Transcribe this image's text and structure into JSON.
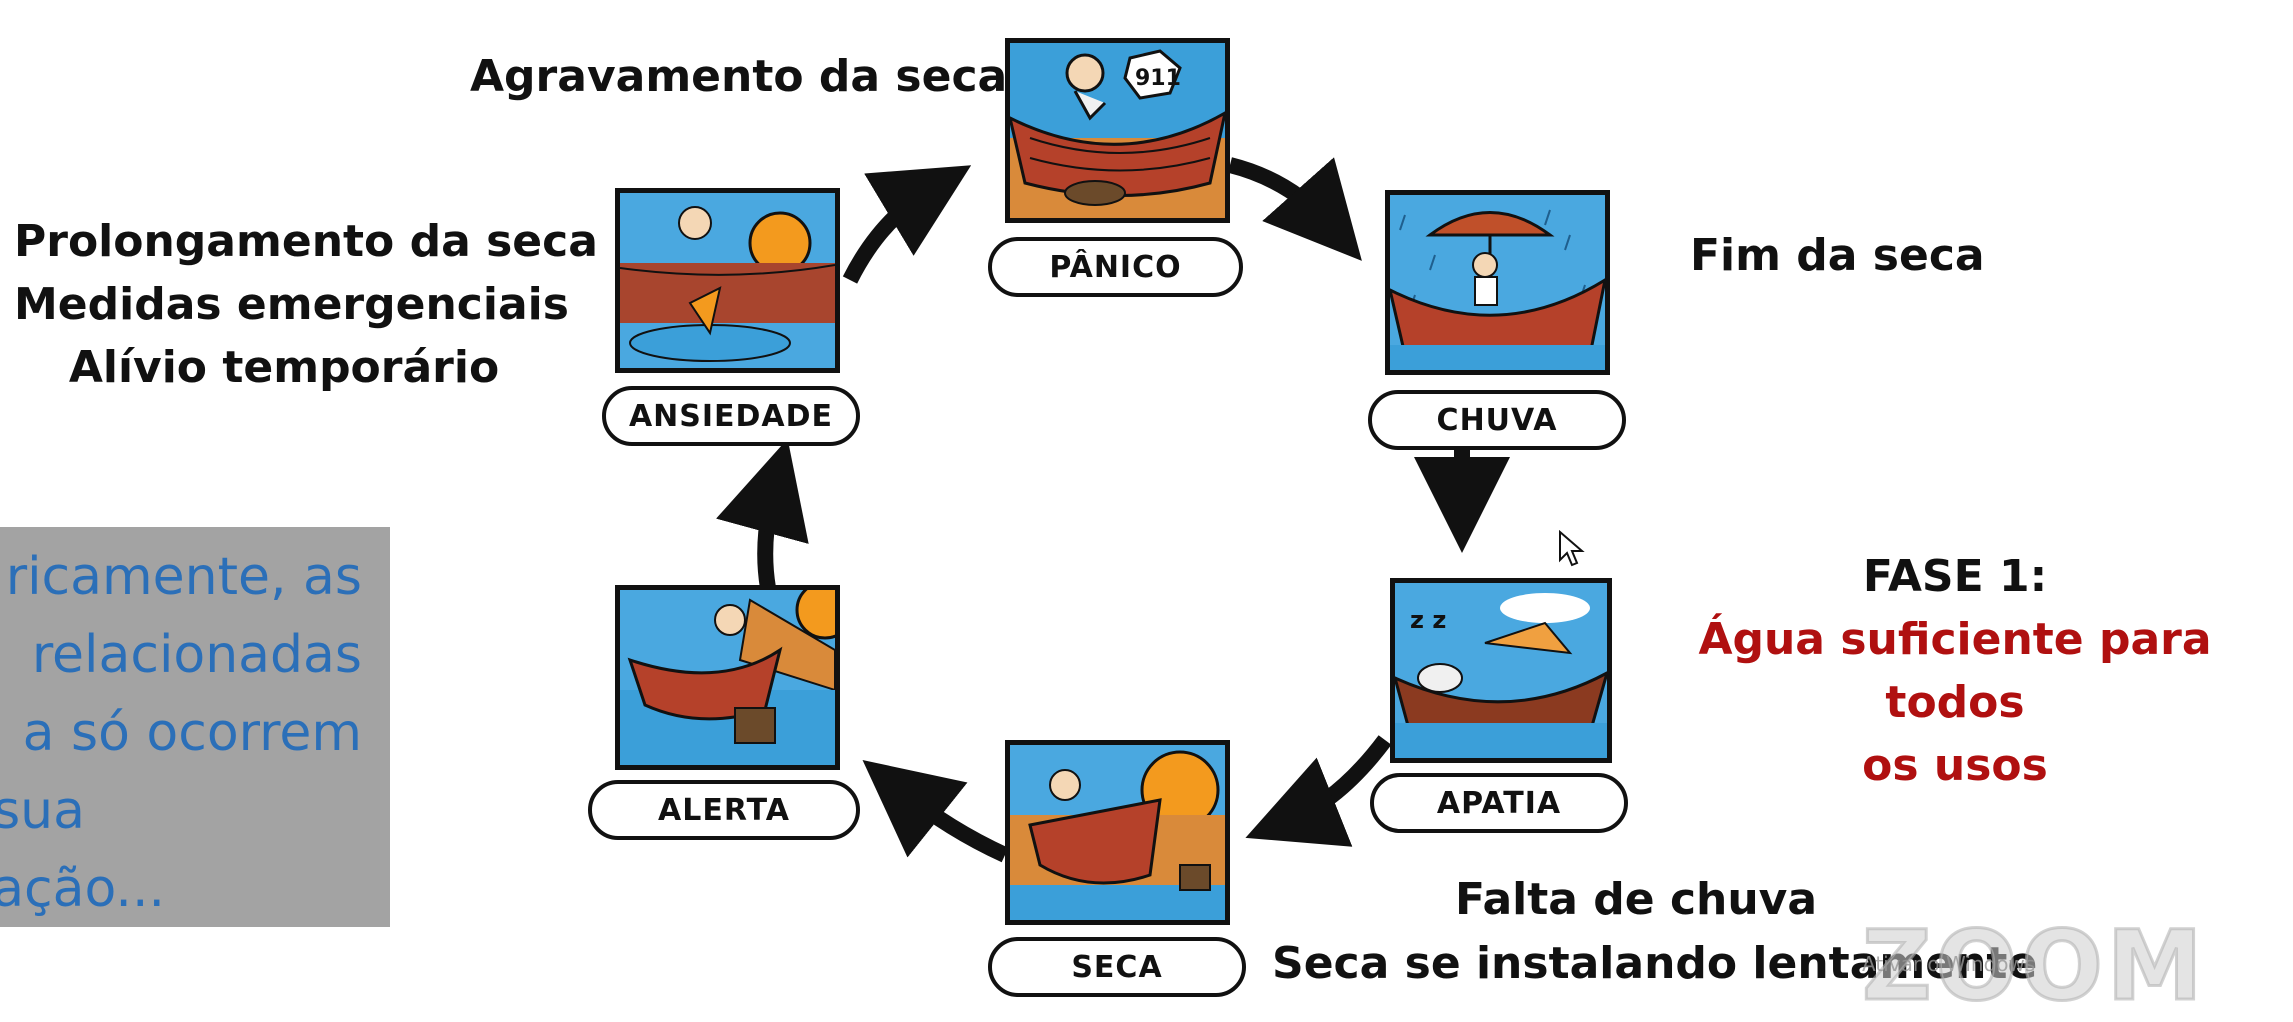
{
  "stages": {
    "panico": "PÂNICO",
    "chuva": "CHUVA",
    "apatia": "APATIA",
    "seca": "SECA",
    "alerta": "ALERTA",
    "ansiedade": "ANSIEDADE"
  },
  "captions": {
    "agravamento": "Agravamento da seca",
    "prolongamento": [
      "Prolongamento da seca",
      "Medidas emergenciais",
      "Alívio temporário"
    ],
    "fim": "Fim da seca",
    "falta": [
      "Falta de chuva",
      "Seca se instalando lentamente"
    ]
  },
  "fase": {
    "title": "FASE 1:",
    "text": [
      "Água suficiente para todos",
      "os usos"
    ]
  },
  "side_note": [
    "ricamente, as",
    "relacionadas",
    "a só ocorrem",
    "sua",
    "ação..."
  ],
  "panel_911": "911",
  "watermark": "ZOOM",
  "watermark_sub": "Ativar o Windows",
  "colors": {
    "water": "#3b9fd9",
    "boat": "#b5412a",
    "earth": "#a8452e",
    "sky": "#4aa8e0",
    "sun": "#f39a1e",
    "fase_red": "#b01010",
    "note_blue": "#2b6fb8"
  },
  "icons": [
    "sun-icon",
    "umbrella-icon",
    "cursor-icon",
    "zoom-logo"
  ]
}
